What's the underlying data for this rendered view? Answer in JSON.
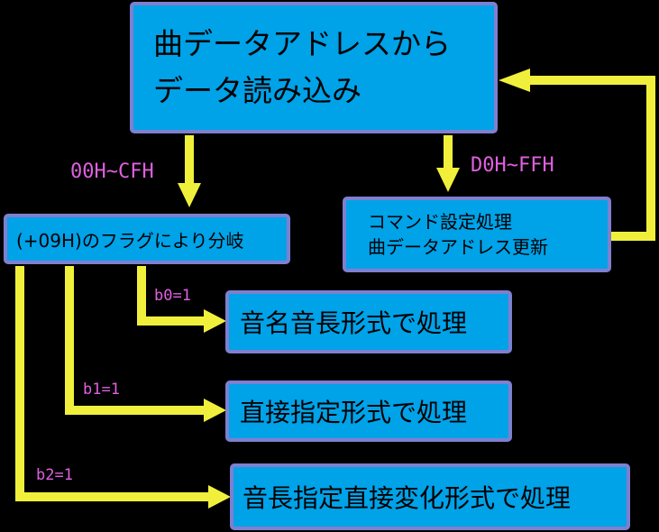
{
  "colors": {
    "background": "#000000",
    "box_fill": "#00a2e8",
    "box_border": "#7f7fd0",
    "arrow": "#f0f03c",
    "label": "#e060e0",
    "text": "#000000"
  },
  "nodes": {
    "read_data": "曲データアドレスから\nデータ読み込み",
    "branch": "(+09H)のフラグにより分岐",
    "command": "コマンド設定処理\n曲データアドレス更新",
    "note_format": "音名音長形式で処理",
    "direct_format": "直接指定形式で処理",
    "length_direct_format": "音長指定直接変化形式で処理"
  },
  "edges": {
    "range_low": "00H~CFH",
    "range_high": "D0H~FFH",
    "b0": "b0=1",
    "b1": "b1=1",
    "b2": "b2=1"
  }
}
